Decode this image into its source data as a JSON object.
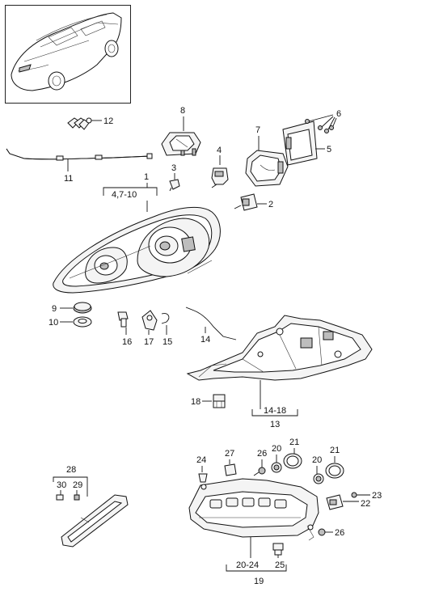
{
  "labels": {
    "p1": "1",
    "p2": "2",
    "p3": "3",
    "p4": "4",
    "p5": "5",
    "p6": "6",
    "p7": "7",
    "p8": "8",
    "p9": "9",
    "p10": "10",
    "p11": "11",
    "p12": "12",
    "p13": "13",
    "p14": "14",
    "p15": "15",
    "p16": "16",
    "p17": "17",
    "p18": "18",
    "p19": "19",
    "p20a": "20",
    "p20b": "20",
    "p21a": "21",
    "p21b": "21",
    "p22": "22",
    "p23": "23",
    "p24": "24",
    "p25": "25",
    "p26a": "26",
    "p26b": "26",
    "p27": "27",
    "p28": "28",
    "p29": "29",
    "p30": "30",
    "range_4_7_10": "4,7-10",
    "range_14_18": "14-18",
    "range_20_24": "20-24"
  }
}
